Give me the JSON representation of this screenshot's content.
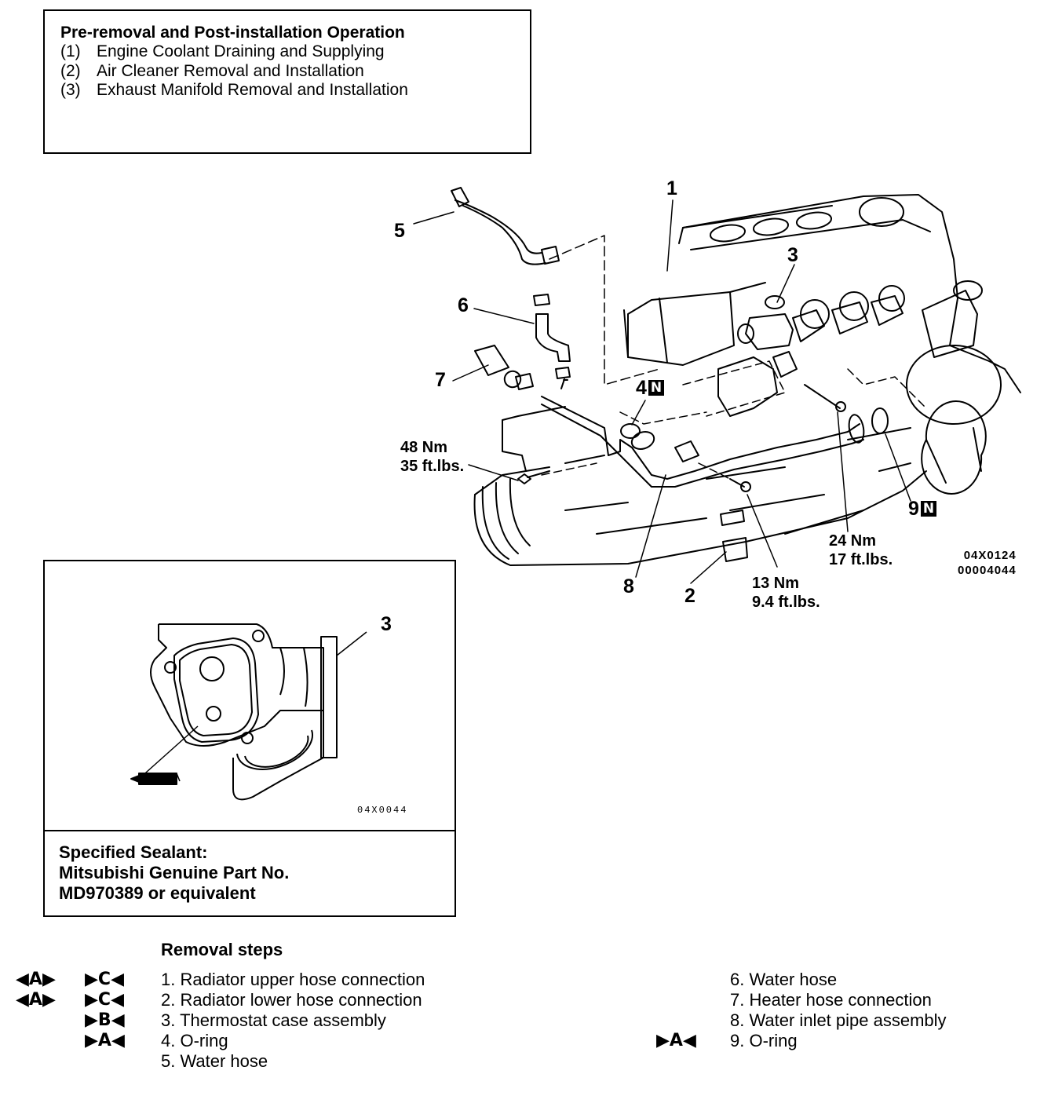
{
  "pre_removal": {
    "title": "Pre-removal and Post-installation Operation",
    "items": [
      {
        "num": "(1)",
        "text": "Engine Coolant Draining and Supplying"
      },
      {
        "num": "(2)",
        "text": "Air Cleaner Removal and Installation"
      },
      {
        "num": "(3)",
        "text": "Exhaust Manifold Removal and Installation"
      }
    ]
  },
  "callouts": {
    "c1": "1",
    "c2": "2",
    "c3": "3",
    "c4": "4",
    "c5": "5",
    "c6": "6",
    "c7": "7",
    "c8": "8",
    "c9": "9",
    "badge_n": "N"
  },
  "torque": {
    "t48_nm": "48 Nm",
    "t48_ft": "35 ft.lbs.",
    "t24_nm": "24 Nm",
    "t24_ft": "17 ft.lbs.",
    "t13_nm": "13 Nm",
    "t13_ft": "9.4 ft.lbs."
  },
  "codes": {
    "main_code": "04X0124",
    "main_number": "00004044",
    "inset_code": "04X0044"
  },
  "inset": {
    "callout": "3",
    "sealant_title": "Specified Sealant:",
    "sealant_line2": "Mitsubishi Genuine Part No.",
    "sealant_line3": "MD970389 or equivalent"
  },
  "removal": {
    "title": "Removal steps",
    "steps_left": [
      "1. Radiator upper hose connection",
      "2. Radiator lower hose connection",
      "3. Thermostat case assembly",
      "4. O-ring",
      "5. Water hose"
    ],
    "steps_right": [
      "6. Water hose",
      "7. Heater hose connection",
      "8. Water inlet pipe assembly",
      "9. O-ring"
    ],
    "marks": {
      "a_both": "◀A▶",
      "c_in": "▶C◀",
      "b_in": "▶B◀",
      "a_in": "▶A◀"
    }
  }
}
